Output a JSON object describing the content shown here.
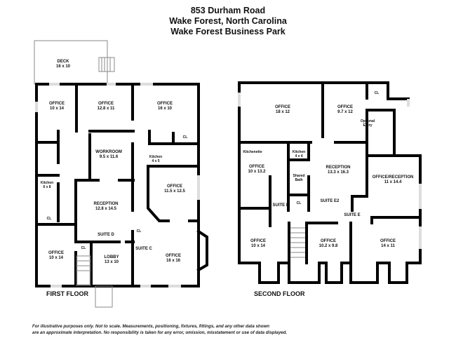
{
  "header": {
    "line1": "853 Durham Road",
    "line2": "Wake Forest, North Carolina",
    "line3": "Wake Forest Business Park"
  },
  "first_floor": {
    "label": "FIRST FLOOR",
    "rooms": [
      {
        "name": "DECK",
        "size": "16 x 10"
      },
      {
        "name": "OFFICE",
        "size": "10 x 14"
      },
      {
        "name": "OFFICE",
        "size": "12.8 x 11"
      },
      {
        "name": "OFFICE",
        "size": "16 x 10"
      },
      {
        "name": "WORKROOM",
        "size": "9.5 x 11.6"
      },
      {
        "name": "Kitchen",
        "size": "4 x 5"
      },
      {
        "name": "Kitchen",
        "size": "6 x 8"
      },
      {
        "name": "OFFICE",
        "size": "11.5 x 12.5"
      },
      {
        "name": "RECEPTION",
        "size": "12.8 x 14.5"
      },
      {
        "name": "OFFICE",
        "size": "10 x 14"
      },
      {
        "name": "LOBBY",
        "size": "13 x 10"
      },
      {
        "name": "OFFICE",
        "size": "16 x 16"
      }
    ],
    "tags": [
      "CL",
      "CL",
      "CL",
      "CL",
      "SUITE D",
      "SUITE C"
    ]
  },
  "second_floor": {
    "label": "SECOND FLOOR",
    "rooms": [
      {
        "name": "OFFICE",
        "size": "18 x 12"
      },
      {
        "name": "OFFICE",
        "size": "9.7 x 12"
      },
      {
        "name": "Kitchen",
        "size": "4 x 4"
      },
      {
        "name": "OFFICE",
        "size": "10 x 13.2"
      },
      {
        "name": "RECEPTION",
        "size": "13.3 x 16.3"
      },
      {
        "name": "OFFICE/RECEPTION",
        "size": "11 x 14.4"
      },
      {
        "name": "OFFICE",
        "size": "10 x 14"
      },
      {
        "name": "OFFICE",
        "size": "10.2 x 9.8"
      },
      {
        "name": "OFFICE",
        "size": "14 x 11"
      }
    ],
    "tags": [
      "CL",
      "CL",
      "Kitchenette",
      "Shared",
      "Bath",
      "Optional",
      "Entry",
      "SUITE F",
      "SUITE E2",
      "SUITE E"
    ]
  },
  "disclaimer": {
    "line1": "For illustrative purposes only. Not to scale. Measurements, positioning, fixtures, fittings, and any other data shown",
    "line2": "are an approximate interpretation. No responsibility is taken for any error, omission, misstatement or use of data displayed."
  }
}
